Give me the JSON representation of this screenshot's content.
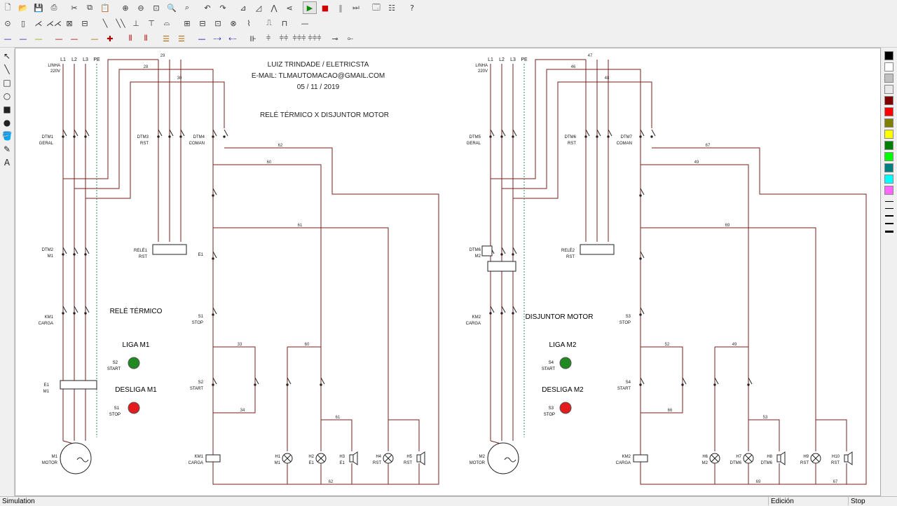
{
  "toolbar": {
    "row1": [
      {
        "name": "new-file-icon",
        "glyph": "🗋"
      },
      {
        "name": "open-folder-icon",
        "glyph": "📂"
      },
      {
        "name": "save-icon",
        "glyph": "💾"
      },
      {
        "name": "print-icon",
        "glyph": "⎙"
      },
      {
        "name": "cut-icon",
        "glyph": "✂",
        "sep": true
      },
      {
        "name": "copy-icon",
        "glyph": "⧉"
      },
      {
        "name": "paste-icon",
        "glyph": "📋"
      },
      {
        "name": "zoom-in-icon",
        "glyph": "⊕",
        "sep": true
      },
      {
        "name": "zoom-out-icon",
        "glyph": "⊖"
      },
      {
        "name": "zoom-fit-icon",
        "glyph": "⊡"
      },
      {
        "name": "zoom-window-icon",
        "glyph": "🔍"
      },
      {
        "name": "zoom-previous-icon",
        "glyph": "⌕"
      },
      {
        "name": "undo-icon",
        "glyph": "↶",
        "sep": true
      },
      {
        "name": "redo-icon",
        "glyph": "↷"
      },
      {
        "name": "rotate-left-icon",
        "glyph": "⊿",
        "sep": true
      },
      {
        "name": "rotate-right-icon",
        "glyph": "◿"
      },
      {
        "name": "mirror-vertical-icon",
        "glyph": "⋀"
      },
      {
        "name": "mirror-horizontal-icon",
        "glyph": "⋖"
      },
      {
        "name": "simulation-play-icon",
        "glyph": "▶",
        "sep": true,
        "color": "#0a8a0a",
        "pressed": true
      },
      {
        "name": "simulation-stop-icon",
        "glyph": "■",
        "color": "#d00000"
      },
      {
        "name": "simulation-pause-icon",
        "glyph": "‖",
        "color": "#777"
      },
      {
        "name": "simulation-step-icon",
        "glyph": "⏭",
        "color": "#777"
      },
      {
        "name": "window-icon",
        "glyph": "🗔",
        "sep": true
      },
      {
        "name": "properties-icon",
        "glyph": "☷"
      },
      {
        "name": "help-icon",
        "glyph": "?",
        "sep": true
      }
    ],
    "row2": [
      {
        "name": "lamp-icon",
        "glyph": "⊙"
      },
      {
        "name": "fuse-icon",
        "glyph": "▯"
      },
      {
        "name": "contact-no-icon",
        "glyph": "⋌"
      },
      {
        "name": "contact-triple-icon",
        "glyph": "⋌⋌"
      },
      {
        "name": "breaker-icon",
        "glyph": "⊠"
      },
      {
        "name": "timer-icon",
        "glyph": "⊟"
      },
      {
        "name": "switch-icon",
        "glyph": "╲",
        "sep": true
      },
      {
        "name": "switch-double-icon",
        "glyph": "╲╲"
      },
      {
        "name": "pushbutton-icon",
        "glyph": "⊥"
      },
      {
        "name": "pushbutton-nc-icon",
        "glyph": "⊤"
      },
      {
        "name": "coil-icon",
        "glyph": "⌓"
      },
      {
        "name": "relay-icon",
        "glyph": "⊞",
        "sep": true
      },
      {
        "name": "relay-nc-icon",
        "glyph": "⊟"
      },
      {
        "name": "relay-no-icon",
        "glyph": "⊡"
      },
      {
        "name": "motor-icon",
        "glyph": "⊗"
      },
      {
        "name": "thermal-icon",
        "glyph": "⌇"
      },
      {
        "name": "selector-icon",
        "glyph": "⎍",
        "sep": true
      },
      {
        "name": "buzzer-icon",
        "glyph": "⊓"
      },
      {
        "name": "wire-icon",
        "glyph": "—",
        "sep": true
      }
    ],
    "row3": [
      {
        "name": "line-style-red-icon",
        "glyph": "—",
        "color": "#2222aa"
      },
      {
        "name": "line-style-blue-icon",
        "glyph": "—",
        "color": "#2222aa"
      },
      {
        "name": "line-style-green-icon",
        "glyph": "—",
        "color": "#88aa00"
      },
      {
        "name": "line-style-thin-icon",
        "glyph": "—",
        "sep": true,
        "color": "#aa0000"
      },
      {
        "name": "line-style-dash-icon",
        "glyph": "—",
        "color": "#aa0000"
      },
      {
        "name": "line-style-bold-icon",
        "glyph": "—",
        "sep": true,
        "color": "#aa6600"
      },
      {
        "name": "junction-icon",
        "glyph": "✚",
        "color": "#aa0000"
      },
      {
        "name": "align-left-icon",
        "glyph": "⫴",
        "sep": true,
        "color": "#aa0000"
      },
      {
        "name": "align-right-icon",
        "glyph": "⫴",
        "color": "#aa0000"
      },
      {
        "name": "distribute-h-icon",
        "glyph": "☰",
        "sep": true,
        "color": "#aa6600"
      },
      {
        "name": "distribute-v-icon",
        "glyph": "☰",
        "color": "#aa6600"
      },
      {
        "name": "arrow-left-icon",
        "glyph": "—",
        "sep": true,
        "color": "#0000aa"
      },
      {
        "name": "arrow-right-icon",
        "glyph": "⤍",
        "color": "#0000aa"
      },
      {
        "name": "arrow-both-icon",
        "glyph": "⤌",
        "color": "#0000aa"
      },
      {
        "name": "terminal-1-icon",
        "glyph": "⊪",
        "sep": true
      },
      {
        "name": "terminal-2-icon",
        "glyph": "⫩"
      },
      {
        "name": "terminal-3-icon",
        "glyph": "⫩⫩"
      },
      {
        "name": "terminal-4-icon",
        "glyph": "⫩⫩⫩"
      },
      {
        "name": "terminal-5-icon",
        "glyph": "⫩⫩⫩"
      },
      {
        "name": "connector-in-icon",
        "glyph": "⊸",
        "sep": true
      },
      {
        "name": "connector-out-icon",
        "glyph": "⟜"
      }
    ]
  },
  "left_tools": [
    {
      "name": "select-arrow-icon",
      "glyph": "↖"
    },
    {
      "name": "line-tool-icon",
      "glyph": "╲"
    },
    {
      "name": "rectangle-tool-icon",
      "glyph": "□"
    },
    {
      "name": "ellipse-tool-icon",
      "glyph": "○"
    },
    {
      "name": "filled-rectangle-tool-icon",
      "glyph": "■"
    },
    {
      "name": "filled-ellipse-tool-icon",
      "glyph": "●"
    },
    {
      "name": "fill-bucket-icon",
      "glyph": "🪣"
    },
    {
      "name": "pencil-tool-icon",
      "glyph": "✎"
    },
    {
      "name": "text-tool-icon",
      "glyph": "A"
    }
  ],
  "palette": {
    "colors": [
      "#000000",
      "#ffffff",
      "#c0c0c0",
      "#e8e8e8",
      "#800000",
      "#ff0000",
      "#808000",
      "#ffff00",
      "#008000",
      "#00ff00",
      "#008080",
      "#00ffff",
      "#ff66ff"
    ],
    "line_widths": [
      1,
      1,
      2,
      2,
      3
    ]
  },
  "diagram": {
    "header_lines": [
      "LUIZ TRINDADE / ELETRICSTA",
      "E-MAIL: TLMAUTOMACAO@GMAIL.COM",
      "05 / 11 / 2019"
    ],
    "subtitle": "RELÉ TÉRMICO X DISJUNTOR MOTOR",
    "left": {
      "section_label": "RELÉ TÉRMICO",
      "liga_label": "LIGA M1",
      "desliga_label": "DESLIGA M1",
      "start_tag": "S2",
      "start_text": "START",
      "stop_tag": "S1",
      "stop_text": "STOP",
      "linha": "LINHA",
      "voltage": "220V",
      "phases": [
        "L1",
        "L2",
        "L3",
        "PE"
      ],
      "dtm1_tag": "DTM1",
      "dtm1_text": "GERAL",
      "dtm2_tag": "DTM2",
      "dtm2_text": "M1",
      "dtm3_tag": "DTM3",
      "dtm3_text": "RST",
      "dtm4_tag": "DTM4",
      "dtm4_text": "COMAN",
      "km1_tag": "KM1",
      "km1_text": "CARGA",
      "e1_tag": "E1",
      "e1_text": "M1",
      "motor_tag": "M1",
      "motor_text": "MOTOR",
      "rele_tag": "RELÉ1",
      "rele_text": "RST",
      "lamp_tags": [
        "H1",
        "H2",
        "H3",
        "H4",
        "H5"
      ],
      "lamp_sub": [
        "M1",
        "E1",
        "E1",
        "RST",
        "RST"
      ],
      "wire_numbers": [
        "29",
        "28",
        "30",
        "62",
        "60",
        "61",
        "33",
        "60",
        "61",
        "34",
        "62"
      ]
    },
    "right": {
      "section_label": "DISJUNTOR MOTOR",
      "liga_label": "LIGA M2",
      "desliga_label": "DESLIGA M2",
      "start_tag": "S4",
      "start_text": "START",
      "stop_tag": "S3",
      "stop_text": "STOP",
      "linha": "LINHA",
      "voltage": "220V",
      "phases": [
        "L1",
        "L2",
        "L3",
        "PE"
      ],
      "dtm1_tag": "DTM5",
      "dtm1_text": "GERAL",
      "dtmm2_tag": "DTM6",
      "dtmm2_text": "M2",
      "dtm3_tag": "DTM6",
      "dtm3_text": "RST",
      "dtm4_tag": "DTM7",
      "dtm4_text": "COMAN",
      "km2_tag": "KM2",
      "km2_text": "CARGA",
      "motor_tag": "M2",
      "motor_text": "MOTOR",
      "rele_tag": "RELÉ2",
      "rele_text": "RST",
      "lamp_tags": [
        "H6",
        "H7",
        "H8",
        "H9",
        "H10"
      ],
      "lamp_sub": [
        "M2",
        "DTM6",
        "DTM6",
        "RST",
        "RST"
      ],
      "wire_numbers": [
        "47",
        "46",
        "48",
        "67",
        "49",
        "69",
        "52",
        "49",
        "53",
        "66",
        "69",
        "67"
      ]
    }
  },
  "status": {
    "mode": "Simulation",
    "edit": "Edición",
    "state": "Stop"
  }
}
